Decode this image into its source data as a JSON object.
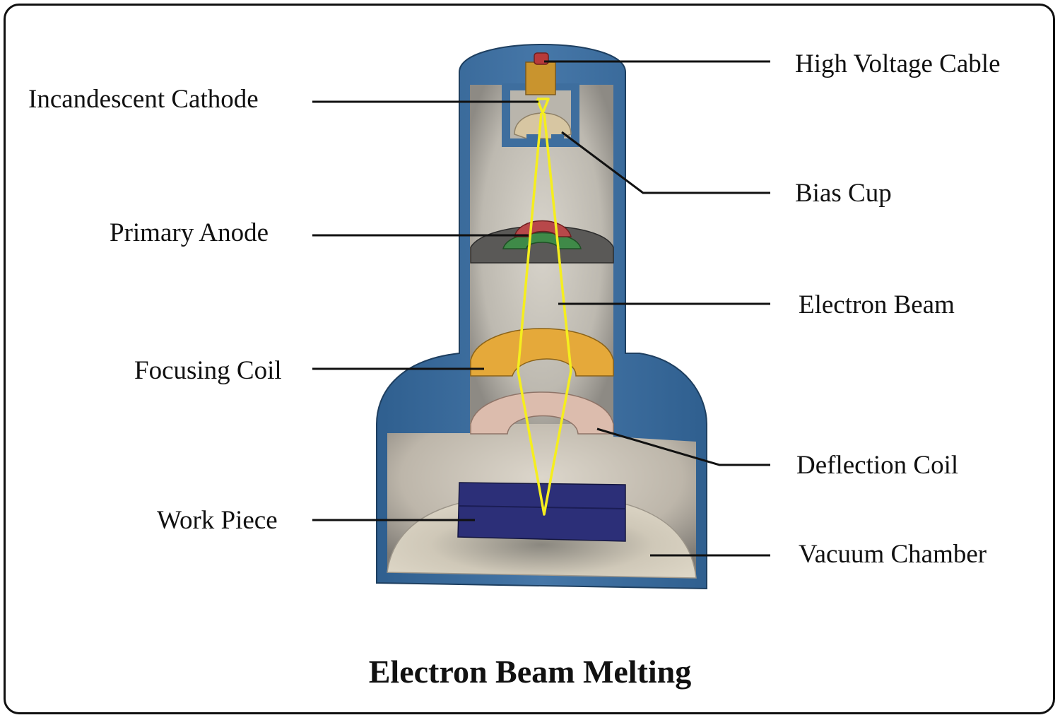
{
  "title": "Electron Beam Melting",
  "labels": {
    "high_voltage_cable": "High Voltage Cable",
    "incandescent_cathode": "Incandescent Cathode",
    "bias_cup": "Bias Cup",
    "primary_anode": "Primary Anode",
    "electron_beam": "Electron Beam",
    "focusing_coil": "Focusing Coil",
    "deflection_coil": "Deflection Coil",
    "work_piece": "Work Piece",
    "vacuum_chamber": "Vacuum Chamber"
  },
  "colors": {
    "housing": "#3e6e9e",
    "interior": "#c9c6be",
    "beam": "#f5ee1e",
    "anode_red": "#b8484a",
    "anode_green": "#3f8a48",
    "focusing_coil": "#e5a93a",
    "deflection_coil": "#dcbcad",
    "work_piece": "#2c2f78",
    "cable": "#c9942e"
  }
}
